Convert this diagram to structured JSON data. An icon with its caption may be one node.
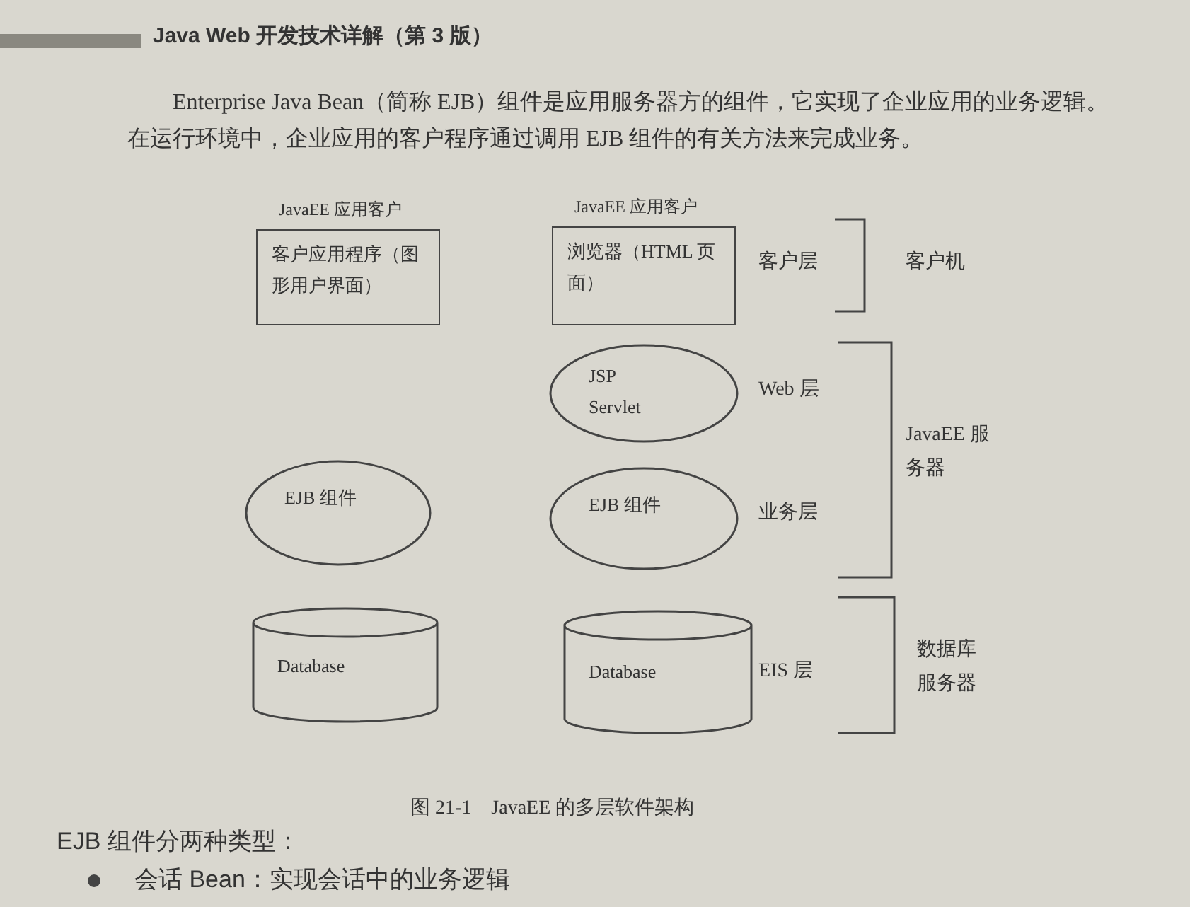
{
  "diagram": {
    "caption": "图 21-1　JavaEE 的多层软件架构",
    "nodes": [
      {
        "text": [
          "JavaEE 应用客户",
          "客户应用程序（图形用户界面）"
        ]
      },
      {
        "text": [
          "JavaEE 应用客户",
          "浏览器（HTML 页面）"
        ]
      },
      {
        "text": [
          "JSP Servlet"
        ]
      },
      {
        "text": [
          "EJB 组件"
        ]
      },
      {
        "text": [
          "EJB 组件"
        ]
      },
      {
        "text": [
          "Database"
        ]
      },
      {
        "text": [
          "Database"
        ]
      }
    ],
    "labels": [
      "Java Web 开发技术详解（第 3 版）",
      "Enterprise Java Bean（简称 EJB）组件是应用服务器方的组件，它实现了企业应用的业务逻辑。在运行环境中，企业应用的客户程序通过调用 EJB 组件的有关方法来完成业务。",
      "客户层",
      "客户机",
      "Web 层",
      "JavaEE 服务器",
      "业务层",
      "EIS 层",
      "数据库服务器",
      "EJB 组件分两种类型：",
      "会话 Bean：实现会话中的业务逻辑"
    ]
  }
}
